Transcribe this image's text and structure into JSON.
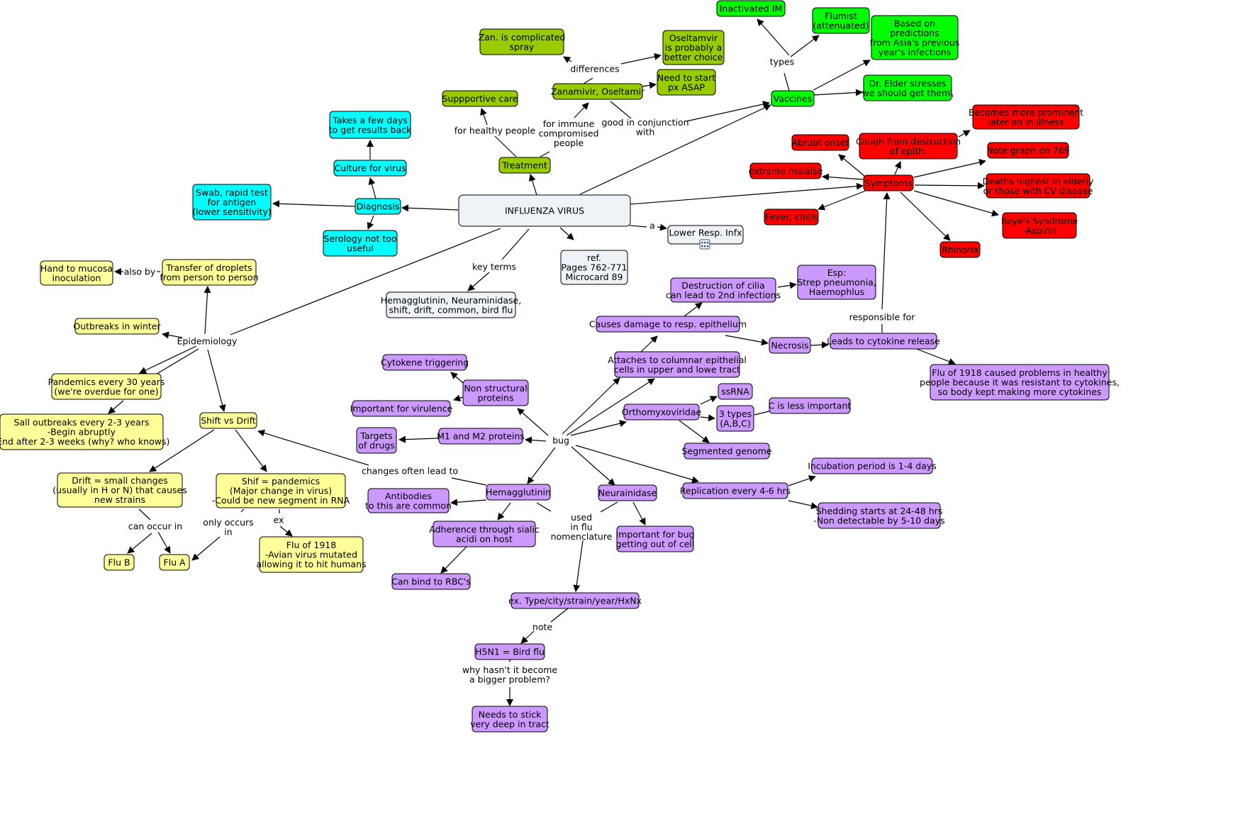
{
  "nodes": [
    {
      "id": "center",
      "lines": [
        "INFLUENZA VIRUS"
      ],
      "fill": "#eef3f7",
      "text": "#000000"
    },
    {
      "id": "lower_resp",
      "lines": [
        "Lower Resp. Infx"
      ],
      "fill": "#eef3f7",
      "text": "#000000"
    },
    {
      "id": "ref",
      "lines": [
        "ref.",
        "Pages 762-771",
        "Microcard 89"
      ],
      "fill": "#eef3f7",
      "text": "#000000"
    },
    {
      "id": "key_terms_box",
      "lines": [
        "Hemagglutinin, Neuraminidase,",
        "shift, drift, common, bird flu"
      ],
      "fill": "#eef3f7",
      "text": "#000000"
    },
    {
      "id": "diagnosis",
      "lines": [
        "Diagnosis"
      ],
      "fill": "#00ffff",
      "text": "#000000"
    },
    {
      "id": "swab",
      "lines": [
        "Swab, rapid test",
        "for antigen",
        "(lower sensitivity)"
      ],
      "fill": "#00ffff",
      "text": "#000000"
    },
    {
      "id": "culture",
      "lines": [
        "Culture for virus"
      ],
      "fill": "#00ffff",
      "text": "#000000"
    },
    {
      "id": "takes_days",
      "lines": [
        "Takes a few days",
        "to get results back"
      ],
      "fill": "#00ffff",
      "text": "#000000"
    },
    {
      "id": "serology",
      "lines": [
        "Serology not too",
        "useful"
      ],
      "fill": "#00ffff",
      "text": "#000000"
    },
    {
      "id": "treatment",
      "lines": [
        "Treatment"
      ],
      "fill": "#99cc00",
      "text": "#000000"
    },
    {
      "id": "supportive",
      "lines": [
        "Suppportive care"
      ],
      "fill": "#99cc00",
      "text": "#000000"
    },
    {
      "id": "zanamivir",
      "lines": [
        "Zanamivir, Oseltamir"
      ],
      "fill": "#99cc00",
      "text": "#000000"
    },
    {
      "id": "zan_spray",
      "lines": [
        "Zan. is complicated",
        "spray"
      ],
      "fill": "#99cc00",
      "text": "#000000"
    },
    {
      "id": "oseltamvir",
      "lines": [
        "Oseltamvir",
        "is probably a",
        "better choice"
      ],
      "fill": "#99cc00",
      "text": "#000000"
    },
    {
      "id": "start_asap",
      "lines": [
        "Need to start",
        "px ASAP"
      ],
      "fill": "#99cc00",
      "text": "#000000"
    },
    {
      "id": "vaccines",
      "lines": [
        "Vaccines"
      ],
      "fill": "#00ff00",
      "text": "#000000"
    },
    {
      "id": "inactivated",
      "lines": [
        "Inactivated IM"
      ],
      "fill": "#00ff00",
      "text": "#000000"
    },
    {
      "id": "flumist",
      "lines": [
        "Flumist",
        "(attenuated)"
      ],
      "fill": "#00ff00",
      "text": "#000000"
    },
    {
      "id": "predictions",
      "lines": [
        "Based on",
        "predictions",
        "from Asia's previous",
        "year's infections"
      ],
      "fill": "#00ff00",
      "text": "#000000"
    },
    {
      "id": "dr_elder",
      "lines": [
        "Dr. Elder stresses",
        "we should get them\\"
      ],
      "fill": "#00ff00",
      "text": "#000000"
    },
    {
      "id": "symptoms",
      "lines": [
        "Symptoms"
      ],
      "fill": "#ff0000",
      "text": "#000000"
    },
    {
      "id": "abrupt",
      "lines": [
        "Abrupt onset"
      ],
      "fill": "#ff0000",
      "text": "#000000"
    },
    {
      "id": "cough",
      "lines": [
        "Cough from destruction",
        "of epith."
      ],
      "fill": "#ff0000",
      "text": "#000000"
    },
    {
      "id": "prominent",
      "lines": [
        "Becomes more prominent",
        "later on in illness"
      ],
      "fill": "#ff0000",
      "text": "#000000"
    },
    {
      "id": "note_graph",
      "lines": [
        "Note graph on 769"
      ],
      "fill": "#ff0000",
      "text": "#000000"
    },
    {
      "id": "malaise",
      "lines": [
        "extreme malaise"
      ],
      "fill": "#ff0000",
      "text": "#000000"
    },
    {
      "id": "deaths",
      "lines": [
        "Deaths highest in elderly",
        "or those with CV disease"
      ],
      "fill": "#ff0000",
      "text": "#000000"
    },
    {
      "id": "fever",
      "lines": [
        "Fever, chills"
      ],
      "fill": "#ff0000",
      "text": "#000000"
    },
    {
      "id": "reyes",
      "lines": [
        "Reye's Syndrome",
        "-Aspirin"
      ],
      "fill": "#ff0000",
      "text": "#000000"
    },
    {
      "id": "rhinoria",
      "lines": [
        "Rhinoria"
      ],
      "fill": "#ff0000",
      "text": "#000000"
    },
    {
      "id": "transfer",
      "lines": [
        "Transfer of droplets",
        "from person to person"
      ],
      "fill": "#ffff99",
      "text": "#000000"
    },
    {
      "id": "hand_mucosa",
      "lines": [
        "Hand to mucosa",
        "inoculation"
      ],
      "fill": "#ffff99",
      "text": "#000000"
    },
    {
      "id": "outbreaks",
      "lines": [
        "Outbreaks in winter"
      ],
      "fill": "#ffff99",
      "text": "#000000"
    },
    {
      "id": "pandemics",
      "lines": [
        "Pandemics every 30 years",
        "(we're overdue for one)"
      ],
      "fill": "#ffff99",
      "text": "#000000"
    },
    {
      "id": "small_outbreaks",
      "lines": [
        "Sall outbreaks every 2-3 years",
        "-Begin abruptly",
        "-End after 2-3 weeks (why? who knows)"
      ],
      "fill": "#ffff99",
      "text": "#000000"
    },
    {
      "id": "shift_drift",
      "lines": [
        "Shift vs Drift"
      ],
      "fill": "#ffff99",
      "text": "#000000"
    },
    {
      "id": "drift",
      "lines": [
        "Drift = small changes",
        "(usually in H or N) that causes",
        "new strains"
      ],
      "fill": "#ffff99",
      "text": "#000000"
    },
    {
      "id": "shif",
      "lines": [
        "Shif = pandemics",
        "(Major change in virus)",
        "-Could be new segment in RNA"
      ],
      "fill": "#ffff99",
      "text": "#000000"
    },
    {
      "id": "flu_b",
      "lines": [
        "Flu B"
      ],
      "fill": "#ffff99",
      "text": "#000000"
    },
    {
      "id": "flu_a",
      "lines": [
        "Flu A"
      ],
      "fill": "#ffff99",
      "text": "#000000"
    },
    {
      "id": "flu_1918_avian",
      "lines": [
        "Flu of 1918",
        "-Avian virus mutated",
        "allowing it to hit humans"
      ],
      "fill": "#ffff99",
      "text": "#000000"
    },
    {
      "id": "destruction_cilia",
      "lines": [
        "Destruction of cilia",
        "can lead to 2nd infections"
      ],
      "fill": "#cc99ff",
      "text": "#000000"
    },
    {
      "id": "esp",
      "lines": [
        "Esp:",
        "Strep pneumonia,",
        "Haemophlus"
      ],
      "fill": "#cc99ff",
      "text": "#000000"
    },
    {
      "id": "causes_damage",
      "lines": [
        "Causes damage to resp. epithelium"
      ],
      "fill": "#cc99ff",
      "text": "#000000"
    },
    {
      "id": "necrosis",
      "lines": [
        "Necrosis"
      ],
      "fill": "#cc99ff",
      "text": "#000000"
    },
    {
      "id": "cytokine_release",
      "lines": [
        "Leads to cytokine release"
      ],
      "fill": "#cc99ff",
      "text": "#000000"
    },
    {
      "id": "flu1918_cyto",
      "lines": [
        "Flu of 1918 caused problems in healthy",
        "people because it was resistant to cytokines,",
        "so body kept making more cytokines"
      ],
      "fill": "#cc99ff",
      "text": "#000000"
    },
    {
      "id": "attaches",
      "lines": [
        "Attaches to columnar epithelial",
        "cells in upper and lowe tract"
      ],
      "fill": "#cc99ff",
      "text": "#000000"
    },
    {
      "id": "cytokene_trig",
      "lines": [
        "Cytokene triggering"
      ],
      "fill": "#cc99ff",
      "text": "#000000"
    },
    {
      "id": "non_structural",
      "lines": [
        "Non structural",
        "proteins"
      ],
      "fill": "#cc99ff",
      "text": "#000000"
    },
    {
      "id": "important_virulence",
      "lines": [
        "Important for virulence"
      ],
      "fill": "#cc99ff",
      "text": "#000000"
    },
    {
      "id": "orthomyxo",
      "lines": [
        "Orthomyxoviridae"
      ],
      "fill": "#cc99ff",
      "text": "#000000"
    },
    {
      "id": "ssrna",
      "lines": [
        "ssRNA"
      ],
      "fill": "#cc99ff",
      "text": "#000000"
    },
    {
      "id": "three_types",
      "lines": [
        "3 types",
        "(A,B,C)"
      ],
      "fill": "#cc99ff",
      "text": "#000000"
    },
    {
      "id": "c_less",
      "lines": [
        "C is less important"
      ],
      "fill": "#cc99ff",
      "text": "#000000"
    },
    {
      "id": "segmented",
      "lines": [
        "Segmented genome"
      ],
      "fill": "#cc99ff",
      "text": "#000000"
    },
    {
      "id": "targets_drugs",
      "lines": [
        "Targets",
        "of drugs"
      ],
      "fill": "#cc99ff",
      "text": "#000000"
    },
    {
      "id": "m1m2",
      "lines": [
        "M1 and M2 proteins"
      ],
      "fill": "#cc99ff",
      "text": "#000000"
    },
    {
      "id": "incubation",
      "lines": [
        "Incubation period is 1-4 days"
      ],
      "fill": "#cc99ff",
      "text": "#000000"
    },
    {
      "id": "replication",
      "lines": [
        "Replication every 4-6 hrs"
      ],
      "fill": "#cc99ff",
      "text": "#000000"
    },
    {
      "id": "shedding",
      "lines": [
        "Shedding starts at 24-48 hrs",
        "-Non detectable by 5-10 days"
      ],
      "fill": "#cc99ff",
      "text": "#000000"
    },
    {
      "id": "antibodies",
      "lines": [
        "Antibodies",
        "to this are common"
      ],
      "fill": "#cc99ff",
      "text": "#000000"
    },
    {
      "id": "hemagglutinin",
      "lines": [
        "Hemagglutinin"
      ],
      "fill": "#cc99ff",
      "text": "#000000"
    },
    {
      "id": "neuraminidase",
      "lines": [
        "Neurainidase"
      ],
      "fill": "#cc99ff",
      "text": "#000000"
    },
    {
      "id": "adherence",
      "lines": [
        "Adherence through sialic",
        "acidi on host"
      ],
      "fill": "#cc99ff",
      "text": "#000000"
    },
    {
      "id": "bug_out",
      "lines": [
        "Important for bug",
        "getting out of cell"
      ],
      "fill": "#cc99ff",
      "text": "#000000"
    },
    {
      "id": "rbc",
      "lines": [
        "Can bind to RBC's"
      ],
      "fill": "#cc99ff",
      "text": "#000000"
    },
    {
      "id": "nomenclature",
      "lines": [
        "ex. Type/city/strain/year/HxNx"
      ],
      "fill": "#cc99ff",
      "text": "#000000"
    },
    {
      "id": "h5n1",
      "lines": [
        "H5N1 = Bird flu"
      ],
      "fill": "#cc99ff",
      "text": "#000000"
    },
    {
      "id": "stick_deep",
      "lines": [
        "Needs to stick",
        "very deep in tract"
      ],
      "fill": "#cc99ff",
      "text": "#000000"
    }
  ],
  "linking_phrases": [
    {
      "id": "lp_a",
      "lines": [
        "a"
      ]
    },
    {
      "id": "lp_key_terms",
      "lines": [
        "key terms"
      ]
    },
    {
      "id": "lp_healthy",
      "lines": [
        "for healthy people"
      ]
    },
    {
      "id": "lp_immune",
      "lines": [
        "for immune",
        "compromised",
        "people"
      ]
    },
    {
      "id": "lp_conjunction",
      "lines": [
        "good in conjunction",
        "with"
      ]
    },
    {
      "id": "lp_differences",
      "lines": [
        "differences"
      ]
    },
    {
      "id": "lp_types",
      "lines": [
        "types"
      ]
    },
    {
      "id": "lp_epidemiology",
      "lines": [
        "Epidemiology"
      ]
    },
    {
      "id": "lp_also_by",
      "lines": [
        "also by"
      ]
    },
    {
      "id": "lp_bug",
      "lines": [
        "bug"
      ]
    },
    {
      "id": "lp_responsible",
      "lines": [
        "responsible for"
      ]
    },
    {
      "id": "lp_changes_often",
      "lines": [
        "changes often lead to"
      ]
    },
    {
      "id": "lp_can_occur",
      "lines": [
        "can occur in"
      ]
    },
    {
      "id": "lp_only_occurs",
      "lines": [
        "only occurs",
        "in"
      ]
    },
    {
      "id": "lp_ex",
      "lines": [
        "ex"
      ]
    },
    {
      "id": "lp_used",
      "lines": [
        "used",
        "in flu",
        "nomenclature"
      ]
    },
    {
      "id": "lp_note",
      "lines": [
        "note"
      ]
    },
    {
      "id": "lp_why",
      "lines": [
        "why hasn't it become",
        "a bigger problem?"
      ]
    }
  ],
  "colors": {
    "stroke": "#000000",
    "edge": "#000000",
    "background": "#ffffff"
  },
  "icons": {
    "lower_resp": "concept-map-submap-icon"
  }
}
